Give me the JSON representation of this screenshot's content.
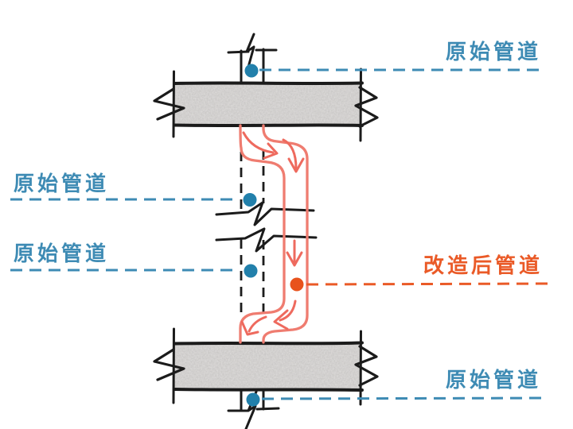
{
  "diagram": {
    "type": "plumbing-renovation-section",
    "annotations": [
      {
        "id": "original-top",
        "text": "原始管道",
        "color": "#3e8bb4"
      },
      {
        "id": "original-mid-upper",
        "text": "原始管道",
        "color": "#3e8bb4"
      },
      {
        "id": "original-mid-lower",
        "text": "原始管道",
        "color": "#3e8bb4"
      },
      {
        "id": "renovated",
        "text": "改造后管道",
        "color": "#ea5a27"
      },
      {
        "id": "original-bottom",
        "text": "原始管道",
        "color": "#3e8bb4"
      }
    ],
    "colors": {
      "label_blue": "#3e8bb4",
      "marker_blue": "#2280ab",
      "label_orange": "#ea5a27",
      "marker_orange": "#e8521c",
      "new_pipe_red": "#ef7c70",
      "flow_arrow_red": "#ee6a5e",
      "line_black": "#1b1b1b",
      "slab_gray": "#e0dedd"
    },
    "icons": {
      "callout_dot": "filled-circle",
      "flow_arrow": "hand-drawn-arrow",
      "section_break": "zigzag-break-line"
    }
  }
}
